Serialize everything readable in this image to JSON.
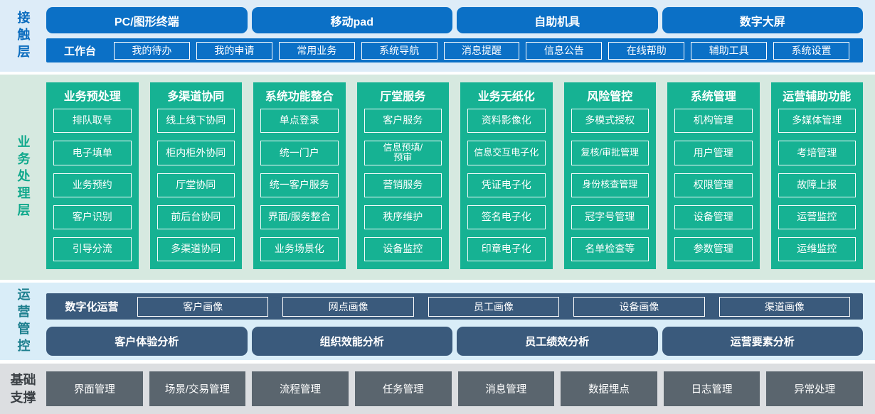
{
  "contact": {
    "label": "接触层",
    "channels": [
      "PC/图形终端",
      "移动pad",
      "自助机具",
      "数字大屏"
    ],
    "workbench": {
      "label": "工作台",
      "items": [
        "我的待办",
        "我的申请",
        "常用业务",
        "系统导航",
        "消息提醒",
        "信息公告",
        "在线帮助",
        "辅助工具",
        "系统设置"
      ]
    }
  },
  "business": {
    "label": "业务处理层",
    "columns": [
      {
        "title": "业务预处理",
        "items": [
          "排队取号",
          "电子填单",
          "业务预约",
          "客户识别",
          "引导分流"
        ]
      },
      {
        "title": "多渠道协同",
        "items": [
          "线上线下协同",
          "柜内柜外协同",
          "厅堂协同",
          "前后台协同",
          "多渠道协同"
        ]
      },
      {
        "title": "系统功能整合",
        "items": [
          "单点登录",
          "统一门户",
          "统一客户服务",
          "界面/服务整合",
          "业务场景化"
        ]
      },
      {
        "title": "厅堂服务",
        "items": [
          "客户服务",
          "信息预填/\n预审",
          "营销服务",
          "秩序维护",
          "设备监控"
        ]
      },
      {
        "title": "业务无纸化",
        "items": [
          "资料影像化",
          "信息交互电子化",
          "凭证电子化",
          "签名电子化",
          "印章电子化"
        ]
      },
      {
        "title": "风险管控",
        "items": [
          "多模式授权",
          "复核/审批管理",
          "身份核查管理",
          "冠字号管理",
          "名单检查等"
        ]
      },
      {
        "title": "系统管理",
        "items": [
          "机构管理",
          "用户管理",
          "权限管理",
          "设备管理",
          "参数管理"
        ]
      },
      {
        "title": "运营辅助功能",
        "items": [
          "多媒体管理",
          "考培管理",
          "故障上报",
          "运营监控",
          "运维监控"
        ]
      }
    ]
  },
  "operation": {
    "label": "运营管控",
    "digital": {
      "label": "数字化运营",
      "items": [
        "客户画像",
        "网点画像",
        "员工画像",
        "设备画像",
        "渠道画像"
      ]
    },
    "analysis": [
      "客户体验分析",
      "组织效能分析",
      "员工绩效分析",
      "运营要素分析"
    ]
  },
  "foundation": {
    "label": "基础支撑",
    "items": [
      "界面管理",
      "场景/交易管理",
      "流程管理",
      "任务管理",
      "消息管理",
      "数据埋点",
      "日志管理",
      "异常处理"
    ]
  },
  "colors": {
    "blue": "#0b70c6",
    "blue_layer_bg": "#ddecf8",
    "teal": "#16b293",
    "teal_layer_bg": "#d6e9e0",
    "navy": "#3a5a7c",
    "navy_layer_bg": "#d9edf8",
    "gray": "#5a656e",
    "gray_layer_bg": "#dcdee1",
    "label_blue": "#0b6cbe",
    "label_teal": "#10a98c",
    "label_cyan": "#1d7f8e",
    "label_dark": "#3b4045"
  }
}
